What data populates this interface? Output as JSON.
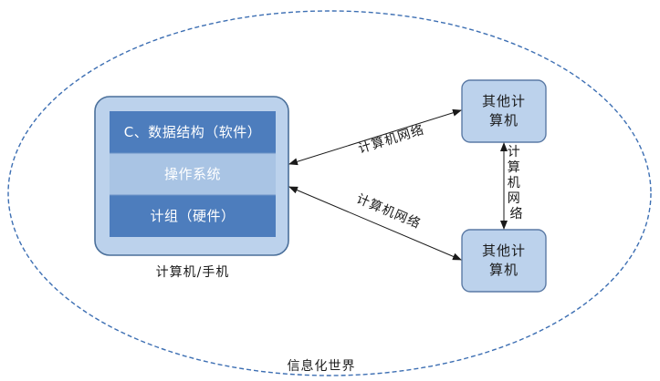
{
  "world": {
    "label": "信息化世界"
  },
  "computer": {
    "label": "计算机/手机",
    "layers": [
      {
        "label": "C、数据结构（软件）"
      },
      {
        "label": "操作系统"
      },
      {
        "label": "计组（硬件）"
      }
    ]
  },
  "other_computers": [
    {
      "line1": "其他计",
      "line2": "算机"
    },
    {
      "line1": "其他计",
      "line2": "算机"
    }
  ],
  "links": {
    "top_label": "计算机网络",
    "bottom_label": "计算机网络",
    "vertical_label_chars": [
      "计",
      "算",
      "机",
      "网",
      "络"
    ]
  },
  "colors": {
    "outer_box_fill": "#bcd2ec",
    "outer_box_stroke": "#4a6f9a",
    "layer_dark": "#4d7dbd",
    "layer_light": "#a9c4e4",
    "node_fill": "#bcd2ec",
    "node_stroke": "#5b7aa5",
    "ellipse_stroke": "#3d6fb3"
  }
}
